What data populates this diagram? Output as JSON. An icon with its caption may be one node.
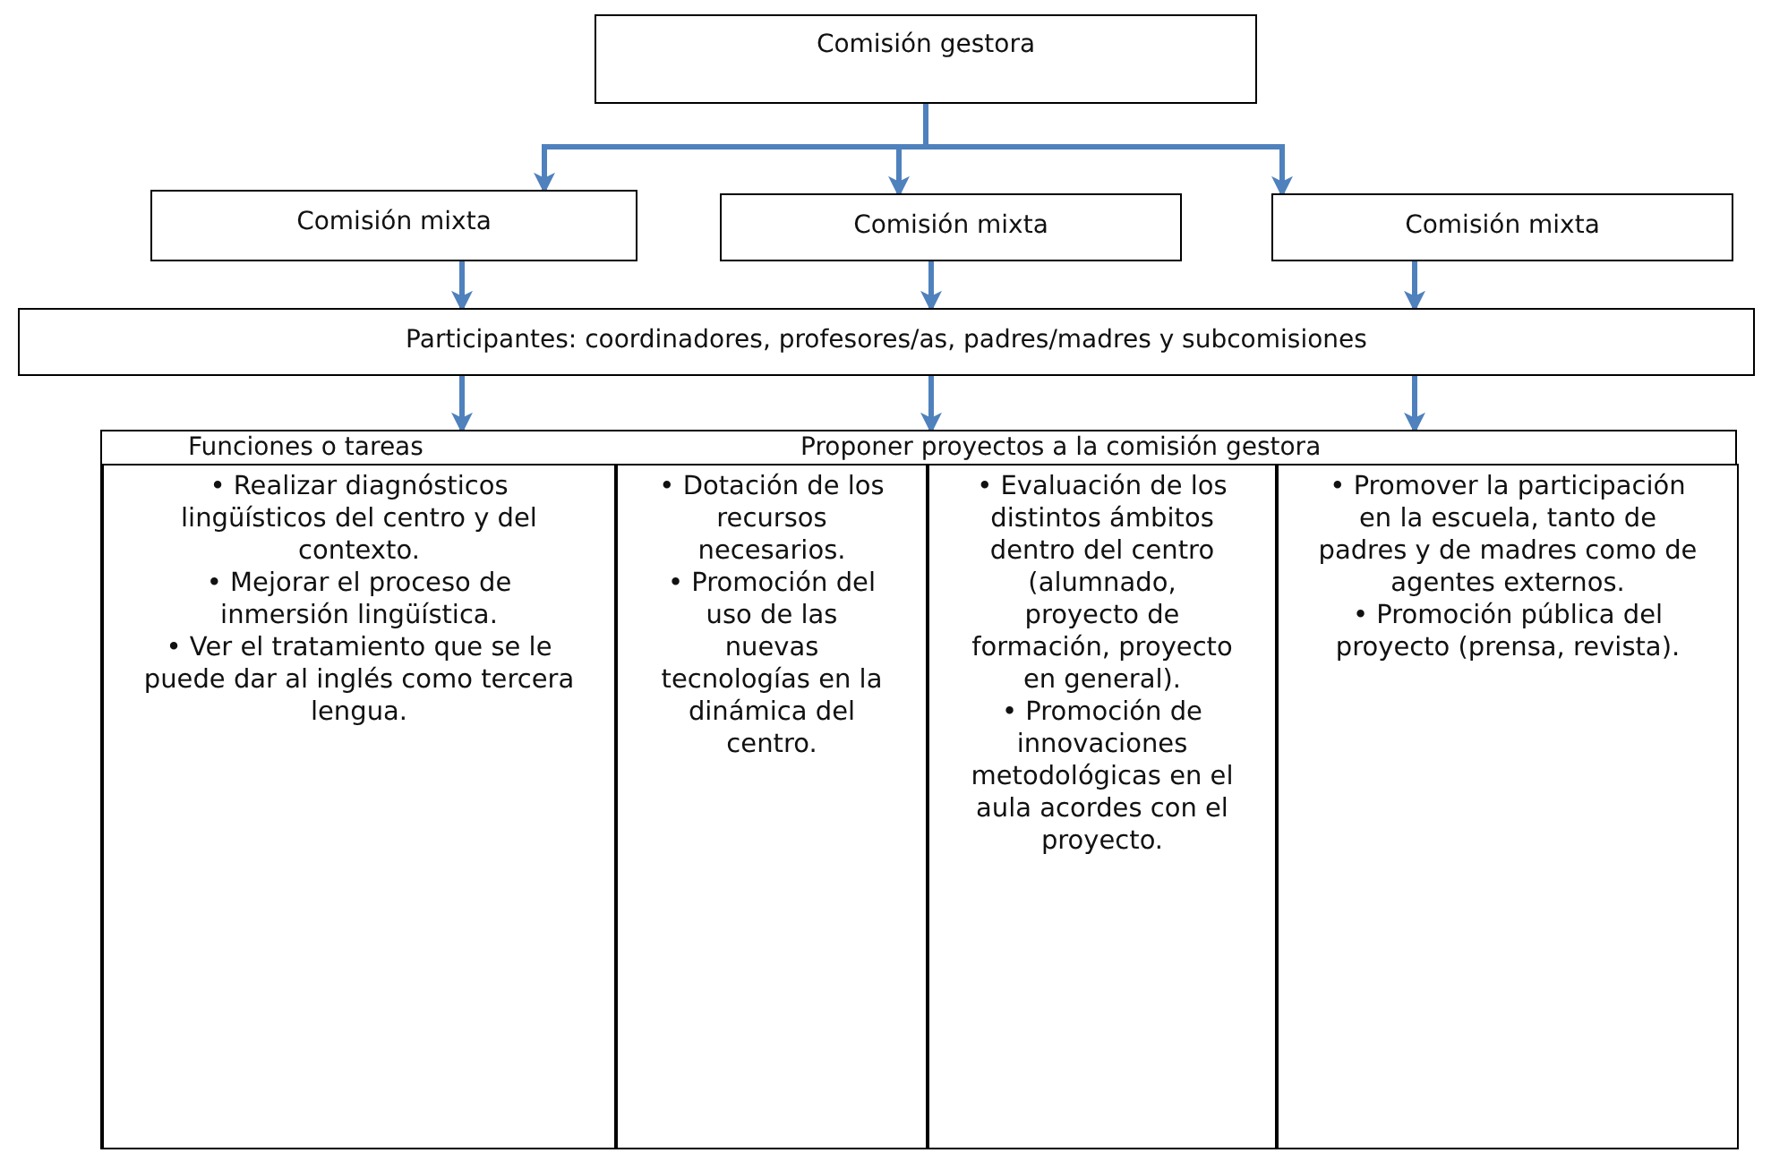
{
  "diagram": {
    "nodes": [
      {
        "text": [
          "Comisión gestora"
        ]
      },
      {
        "text": [
          "Comisión mixta"
        ]
      },
      {
        "text": [
          "Comisión mixta"
        ]
      },
      {
        "text": [
          "Comisión mixta"
        ]
      },
      {
        "text": [
          "Participantes: coordinadores, profesores/as, padres/madres y subcomisiones"
        ]
      },
      {
        "text": [
          "Funciones o tareas",
          "Proponer proyectos a la comisión gestora"
        ]
      },
      {
        "text": [
          "• Realizar diagnósticos lingüísticos del centro y del contexto.",
          "• Mejorar el proceso de inmersión lingüística.",
          "• Ver el tratamiento que se le puede dar al inglés como tercera lengua."
        ],
        "in": 5
      },
      {
        "text": [
          "• Dotación de los recursos necesarios.",
          "• Promoción del uso de las nuevas tecnologías en la dinámica del centro."
        ],
        "in": 5
      },
      {
        "text": [
          "• Evaluación de los distintos ámbitos dentro del centro (alumnado, proyecto de formación, proyecto en general).",
          "• Promoción de innovaciones metodológicas en el aula acordes con el proyecto."
        ],
        "in": 5
      },
      {
        "text": [
          "• Promover la participación en la escuela, tanto de padres y de madres como de agentes externos.",
          "• Promoción pública del proyecto (prensa, revista)."
        ],
        "in": 5
      }
    ],
    "edges": [
      {
        "from": 0,
        "to": 1,
        "arrow": "to"
      },
      {
        "from": 0,
        "to": 2,
        "arrow": "to"
      },
      {
        "from": 0,
        "to": 3,
        "arrow": "to"
      },
      {
        "from": 1,
        "to": 4,
        "arrow": "to"
      },
      {
        "from": 2,
        "to": 4,
        "arrow": "to"
      },
      {
        "from": 3,
        "to": 4,
        "arrow": "to"
      },
      {
        "from": 4,
        "to": 5,
        "arrow": "to"
      },
      {
        "from": 4,
        "to": 5,
        "arrow": "to"
      },
      {
        "from": 4,
        "to": 5,
        "arrow": "to"
      }
    ]
  }
}
